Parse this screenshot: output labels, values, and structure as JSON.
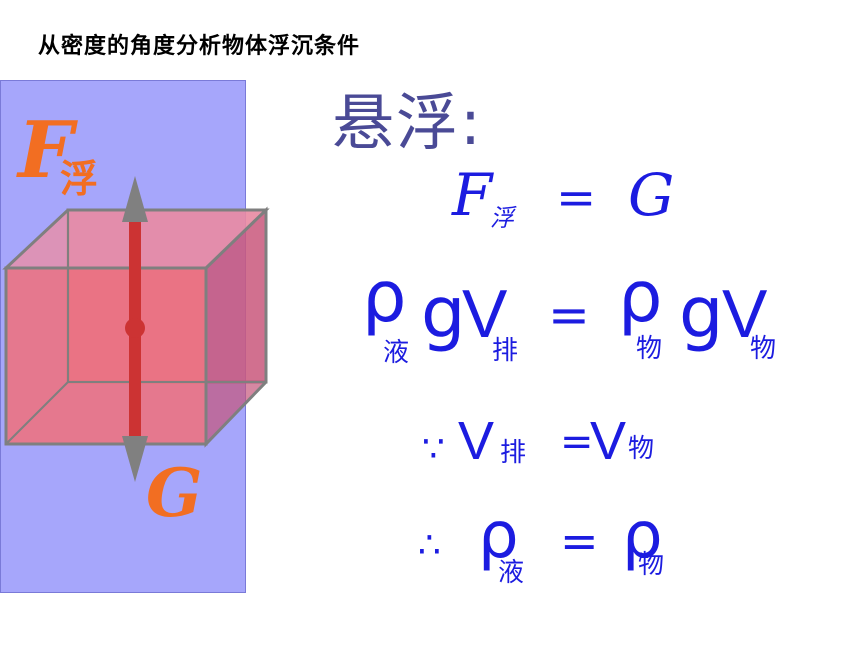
{
  "slide": {
    "title": "从密度的角度分析物体浮沉条件",
    "heading": "悬浮:"
  },
  "figure": {
    "force_up_label": "F",
    "force_up_sub": "浮",
    "force_down_label": "G",
    "colors": {
      "water": "#a6a6fb",
      "cube_face": "#f0707a",
      "arrow": "#cc3333",
      "arrow_tip": "#808080",
      "force_label": "#f26e22"
    }
  },
  "equations": {
    "eq1": {
      "lhs": "F",
      "lhs_sub": "浮",
      "op": "=",
      "rhs": "G"
    },
    "eq2": {
      "rho1": "ρ",
      "rho1_sub": "液",
      "g1": "g",
      "v1": "V",
      "v1_sub": "排",
      "op": "=",
      "rho2": "ρ",
      "rho2_sub": "物",
      "g2": "g",
      "v2": "V",
      "v2_sub": "物"
    },
    "eq3": {
      "because": "∵",
      "v1": "V",
      "v1_sub": "排",
      "op": "=",
      "v2": "V",
      "v2_sub": "物"
    },
    "eq4": {
      "therefore": "∴",
      "rho1": "ρ",
      "rho1_sub": "液",
      "op": "=",
      "rho2": "ρ",
      "rho2_sub": "物"
    },
    "color": "#1c1ce0"
  }
}
